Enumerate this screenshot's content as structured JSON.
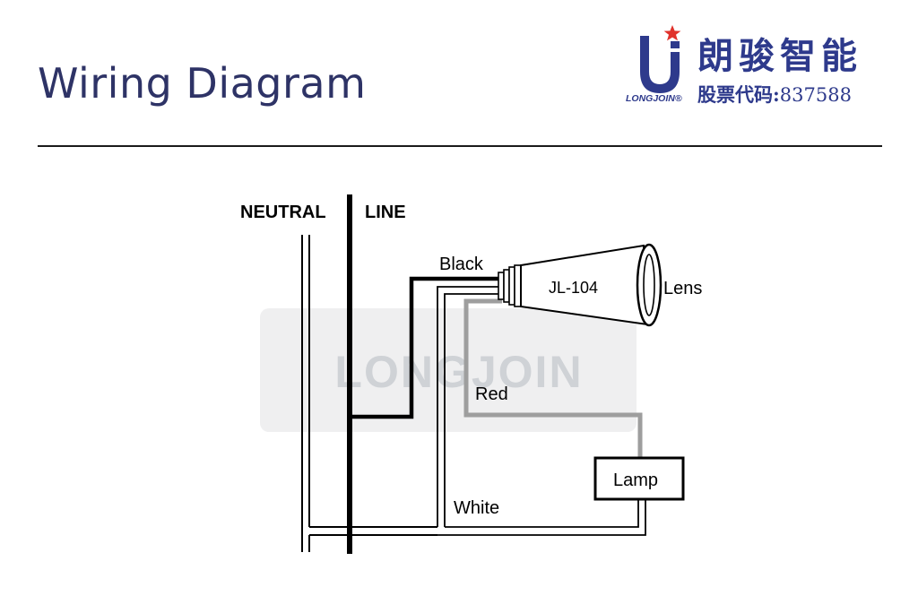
{
  "header": {
    "title": "Wiring Diagram",
    "company_name": "朗骏智能",
    "brand": "LONGJOIN",
    "stock_label": "股票代码:",
    "stock_code": "837588",
    "brand_color": "#2e3a8c",
    "star_color": "#e0322b"
  },
  "diagram": {
    "neutral_label": "NEUTRAL",
    "line_label": "LINE",
    "black_label": "Black",
    "red_label": "Red",
    "white_label": "White",
    "sensor_label": "JL-104",
    "lens_label": "Lens",
    "lamp_label": "Lamp",
    "watermark": "LONGJOIN"
  }
}
